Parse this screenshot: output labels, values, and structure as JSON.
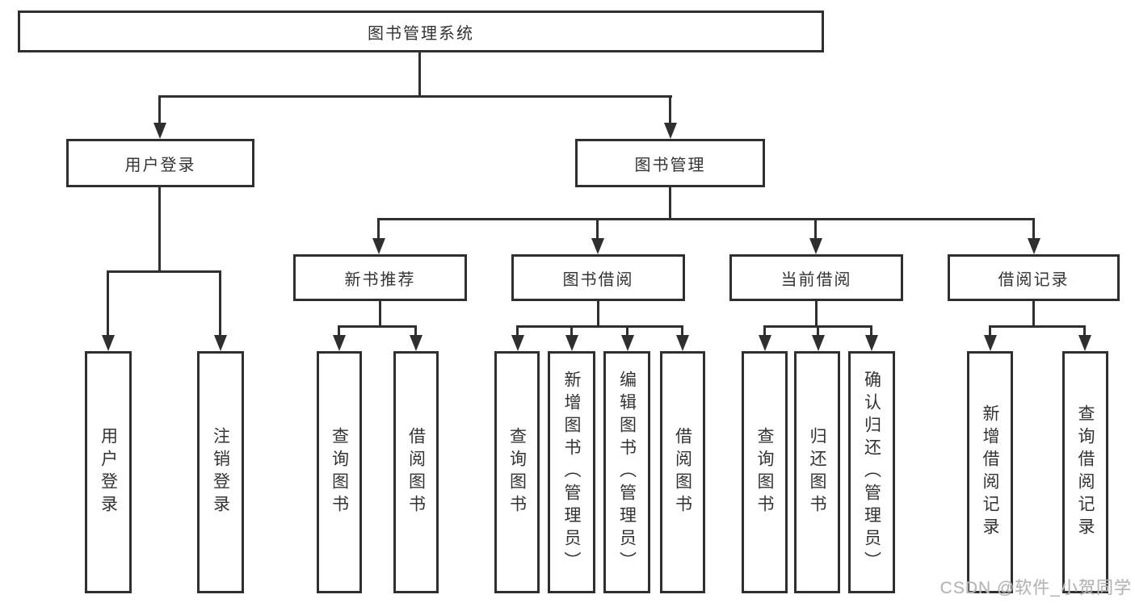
{
  "tree": {
    "label": "图书管理系统",
    "children": [
      {
        "label": "用户登录",
        "children": [
          {
            "label": "用户登录"
          },
          {
            "label": "注销登录"
          }
        ]
      },
      {
        "label": "图书管理",
        "children": [
          {
            "label": "新书推荐",
            "children": [
              {
                "label": "查询图书"
              },
              {
                "label": "借阅图书"
              }
            ]
          },
          {
            "label": "图书借阅",
            "children": [
              {
                "label": "查询图书"
              },
              {
                "label": "新增图书（管理员）"
              },
              {
                "label": "编辑图书（管理员）"
              },
              {
                "label": "借阅图书"
              }
            ]
          },
          {
            "label": "当前借阅",
            "children": [
              {
                "label": "查询图书"
              },
              {
                "label": "归还图书"
              },
              {
                "label": "确认归还（管理员）"
              }
            ]
          },
          {
            "label": "借阅记录",
            "children": [
              {
                "label": "新增借阅记录"
              },
              {
                "label": "查询借阅记录"
              }
            ]
          }
        ]
      }
    ]
  },
  "watermark": {
    "text": "CSDN @软件_小贺同学",
    "color": "#b4b4b4"
  },
  "colors": {
    "border": "#2f2f2f",
    "text": "#333333",
    "background": "#ffffff",
    "connector": "#2f2f2f"
  }
}
